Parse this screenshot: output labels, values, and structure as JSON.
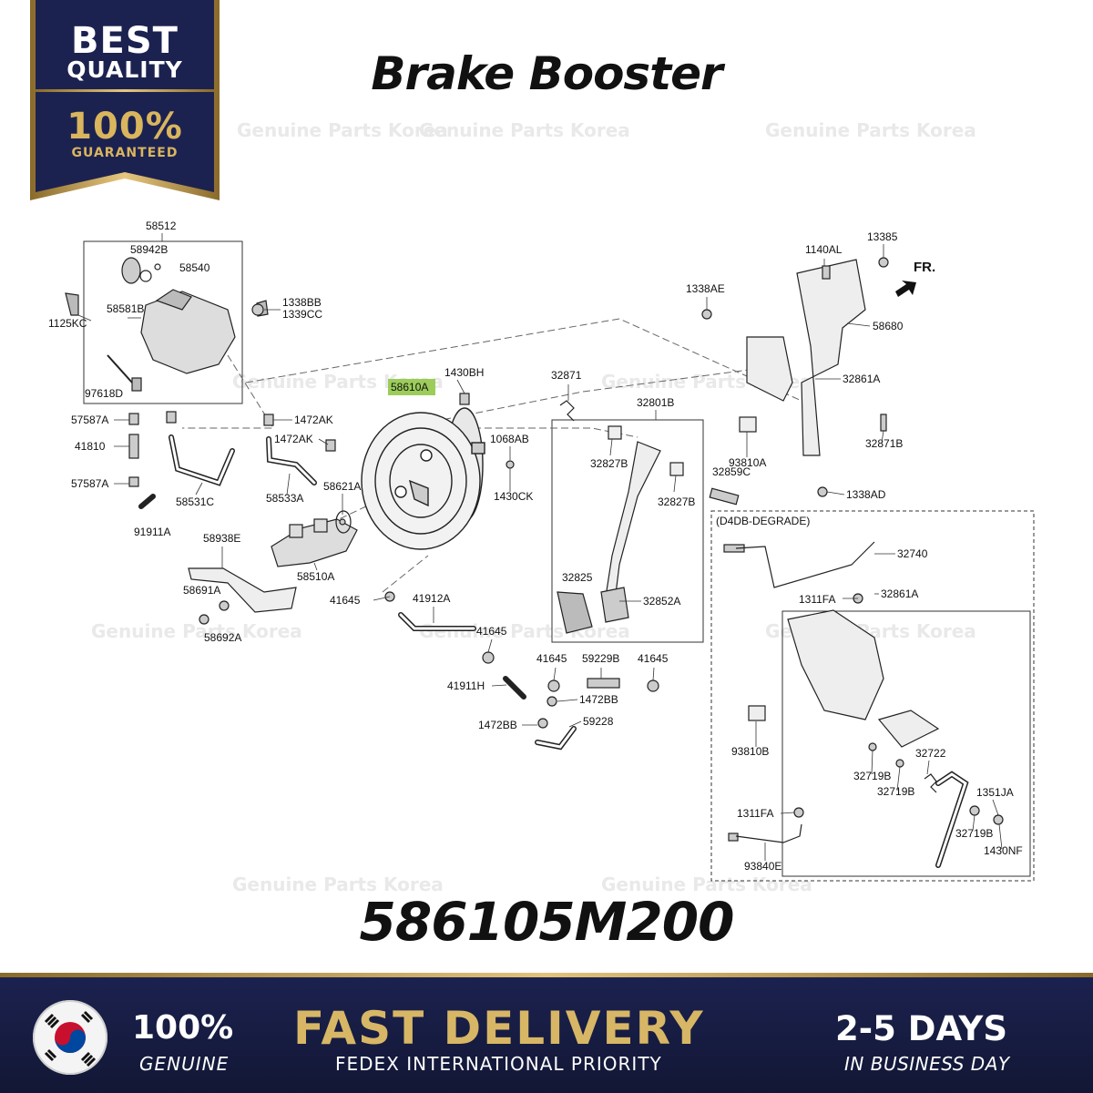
{
  "badge": {
    "line1": "BEST",
    "line2": "QUALITY",
    "line3": "100%",
    "line4": "GUARANTEED"
  },
  "title": "Brake Booster",
  "part_number": "586105M200",
  "watermark": "Genuine Parts Korea",
  "diagram": {
    "direction_label": "FR.",
    "variant_box_label": "(D4DB-DEGRADE)",
    "highlighted_part": "58610A",
    "parts": [
      {
        "id": "58512"
      },
      {
        "id": "58942B"
      },
      {
        "id": "58540"
      },
      {
        "id": "58581B"
      },
      {
        "id": "1125KC"
      },
      {
        "id": "1338BB"
      },
      {
        "id": "1339CC"
      },
      {
        "id": "97618D"
      },
      {
        "id": "57587A"
      },
      {
        "id": "41810"
      },
      {
        "id": "57587A"
      },
      {
        "id": "91911A"
      },
      {
        "id": "1472AK"
      },
      {
        "id": "1472AK"
      },
      {
        "id": "58531C"
      },
      {
        "id": "58533A"
      },
      {
        "id": "58621A"
      },
      {
        "id": "58938E"
      },
      {
        "id": "58510A"
      },
      {
        "id": "58691A"
      },
      {
        "id": "58692A"
      },
      {
        "id": "58610A"
      },
      {
        "id": "1430BH"
      },
      {
        "id": "1068AB"
      },
      {
        "id": "1430CK"
      },
      {
        "id": "41645"
      },
      {
        "id": "41912A"
      },
      {
        "id": "41645"
      },
      {
        "id": "41911H"
      },
      {
        "id": "41645"
      },
      {
        "id": "59229B"
      },
      {
        "id": "41645"
      },
      {
        "id": "1472BB"
      },
      {
        "id": "1472BB"
      },
      {
        "id": "59228"
      },
      {
        "id": "32871"
      },
      {
        "id": "32801B"
      },
      {
        "id": "32827B"
      },
      {
        "id": "32827B"
      },
      {
        "id": "32825"
      },
      {
        "id": "32852A"
      },
      {
        "id": "1338AE"
      },
      {
        "id": "1140AL"
      },
      {
        "id": "13385"
      },
      {
        "id": "58680"
      },
      {
        "id": "32861A"
      },
      {
        "id": "32871B"
      },
      {
        "id": "93810A"
      },
      {
        "id": "32859C"
      },
      {
        "id": "1338AD"
      },
      {
        "id": "32740"
      },
      {
        "id": "1311FA"
      },
      {
        "id": "32861A"
      },
      {
        "id": "93810B"
      },
      {
        "id": "32719B"
      },
      {
        "id": "32719B"
      },
      {
        "id": "32722"
      },
      {
        "id": "1351JA"
      },
      {
        "id": "32719B"
      },
      {
        "id": "1430NF"
      },
      {
        "id": "1311FA"
      },
      {
        "id": "93840E"
      }
    ]
  },
  "footer": {
    "genuine_pct": "100%",
    "genuine_label": "GENUINE",
    "delivery_title": "FAST DELIVERY",
    "delivery_sub": "FEDEX INTERNATIONAL PRIORITY",
    "days_title": "2-5 DAYS",
    "days_sub": "IN BUSINESS DAY"
  },
  "colors": {
    "navy": "#1c2250",
    "gold": "#d7b665",
    "highlight": "#9ccc5a"
  }
}
